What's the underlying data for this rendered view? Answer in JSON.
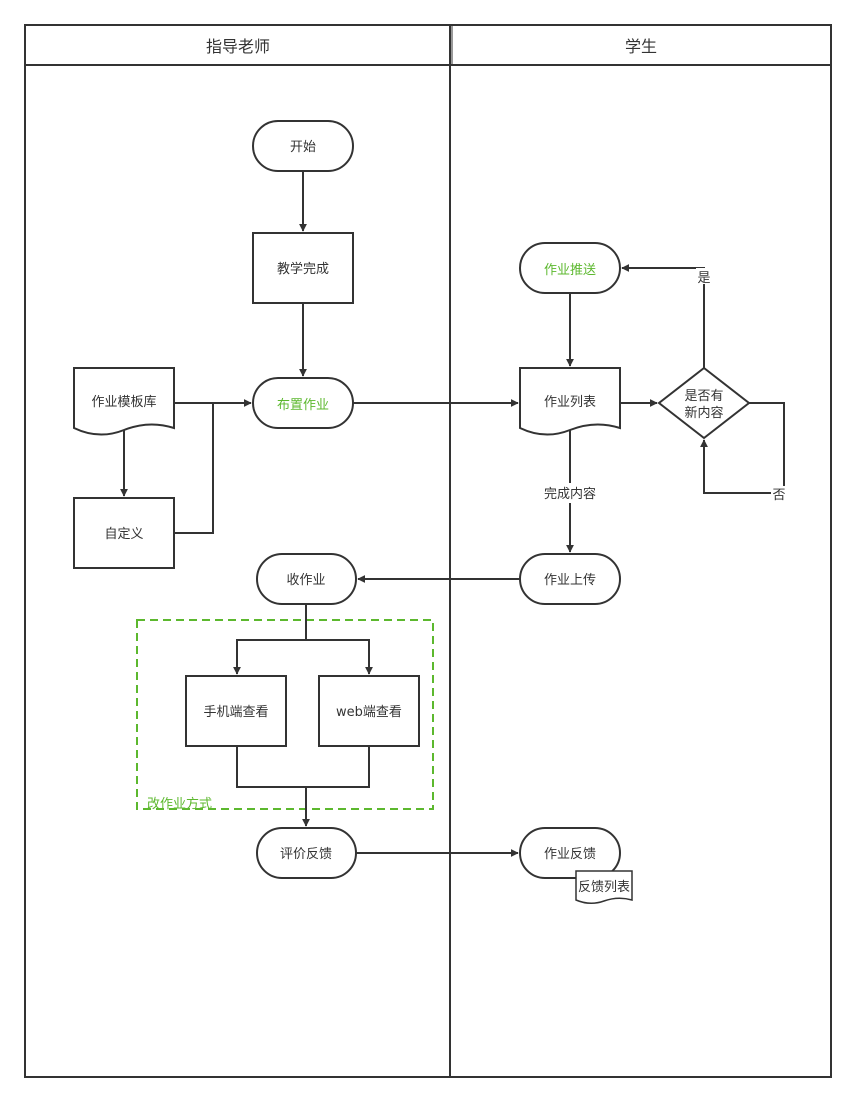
{
  "lanes": {
    "teacher": "指导老师",
    "student": "学生"
  },
  "nodes": {
    "start": "开始",
    "teaching_done": "教学完成",
    "template_lib": "作业模板库",
    "assign": "布置作业",
    "custom": "自定义",
    "collect": "收作业",
    "mobile_view": "手机端查看",
    "web_view": "web端查看",
    "grading_group": "改作业方式",
    "evaluate": "评价反馈",
    "push": "作业推送",
    "hw_list": "作业列表",
    "decision_line1": "是否有",
    "decision_line2": "新内容",
    "upload": "作业上传",
    "hw_feedback": "作业反馈",
    "feedback_list": "反馈列表"
  },
  "edges": {
    "yes": "是",
    "no": "否",
    "complete": "完成内容"
  },
  "colors": {
    "line": "#333333",
    "highlight": "#5cb82e"
  }
}
